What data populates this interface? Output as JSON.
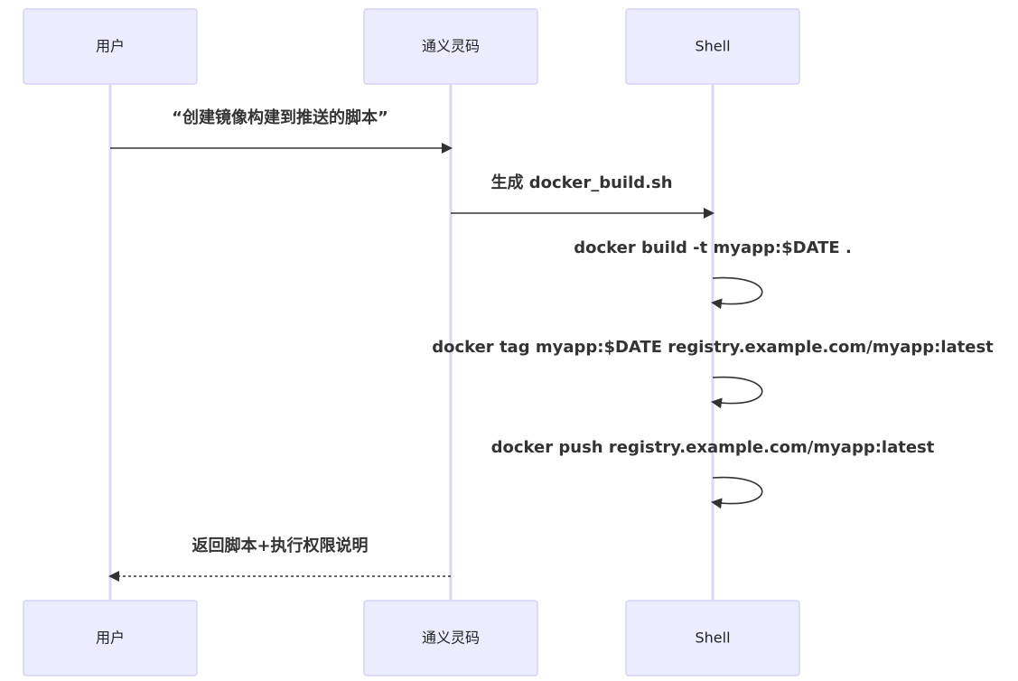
{
  "actors": [
    {
      "id": "user",
      "label": "用户"
    },
    {
      "id": "lingma",
      "label": "通义灵码"
    },
    {
      "id": "shell",
      "label": "Shell"
    }
  ],
  "messages": [
    {
      "from": "user",
      "to": "lingma",
      "text": "“创建镜像构建到推送的脚本”",
      "style": "solid"
    },
    {
      "from": "lingma",
      "to": "shell",
      "text": "生成 docker_build.sh",
      "style": "solid"
    },
    {
      "from": "shell",
      "to": "shell",
      "text": "docker build -t myapp:$DATE .",
      "style": "solid"
    },
    {
      "from": "shell",
      "to": "shell",
      "text": "docker tag myapp:$DATE registry.example.com/myapp:latest",
      "style": "solid"
    },
    {
      "from": "shell",
      "to": "shell",
      "text": "docker push registry.example.com/myapp:latest",
      "style": "solid"
    },
    {
      "from": "lingma",
      "to": "user",
      "text": "返回脚本+执行权限说明",
      "style": "dotted"
    }
  ]
}
